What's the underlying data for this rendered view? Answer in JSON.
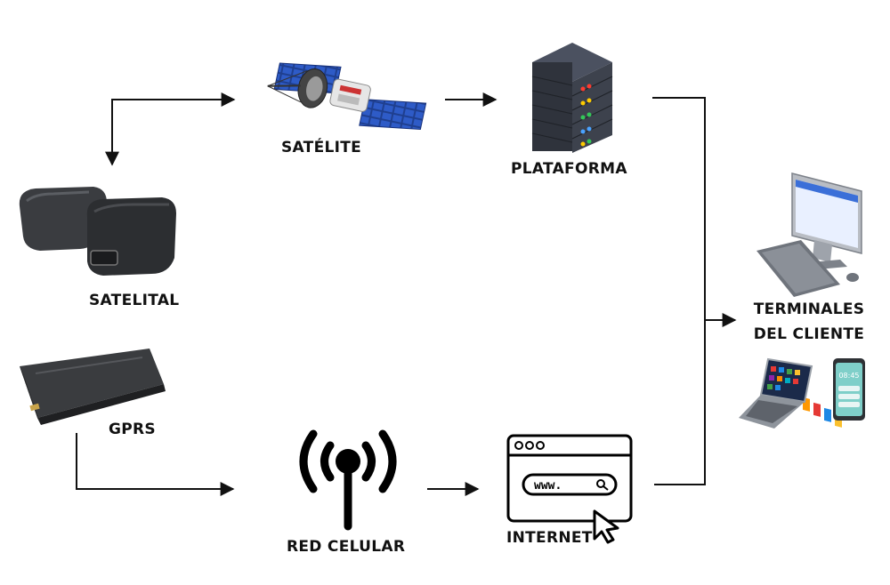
{
  "nodes": {
    "satelite": {
      "label": "SATÉLITE"
    },
    "plataforma": {
      "label": "PLATAFORMA"
    },
    "satelital": {
      "label": "SATELITAL"
    },
    "gprs": {
      "label": "GPRS"
    },
    "red_celular": {
      "label": "RED CELULAR"
    },
    "internet": {
      "label": "INTERNET",
      "url_text": "www."
    },
    "terminales": {
      "label_line1": "TERMINALES",
      "label_line2": "DEL CLIENTE",
      "phone_time": "08:45"
    }
  },
  "colors": {
    "line": "#111111",
    "panel": "#1f3f8f",
    "server": "#3a3f4a",
    "device": "#3b3d40",
    "led_red": "#ff3b30",
    "led_yellow": "#ffcc00",
    "led_green": "#34c759",
    "led_blue": "#4aa3ff"
  },
  "icons": [
    "satellite-icon",
    "server-icon",
    "gps-tracker-icon",
    "gprs-tracker-icon",
    "antenna-icon",
    "browser-icon",
    "desktop-icon",
    "laptop-icon",
    "smartphone-icon"
  ]
}
